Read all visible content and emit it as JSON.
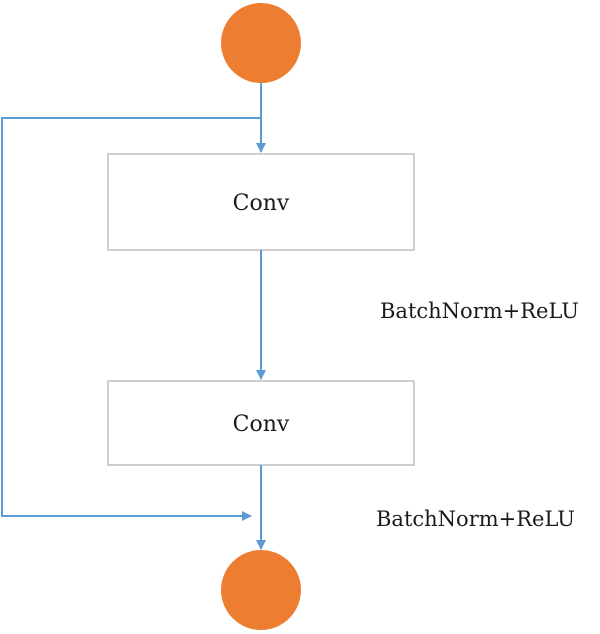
{
  "colors": {
    "node_fill": "#ED7D31",
    "edge": "#5B9BD5",
    "box_border": "#BFBFBF"
  },
  "nodes": {
    "conv_top": {
      "label": "Conv"
    },
    "conv_bottom": {
      "label": "Conv"
    }
  },
  "edge_labels": {
    "after_first_conv": "BatchNorm+ReLU",
    "after_second_conv": "BatchNorm+ReLU"
  }
}
